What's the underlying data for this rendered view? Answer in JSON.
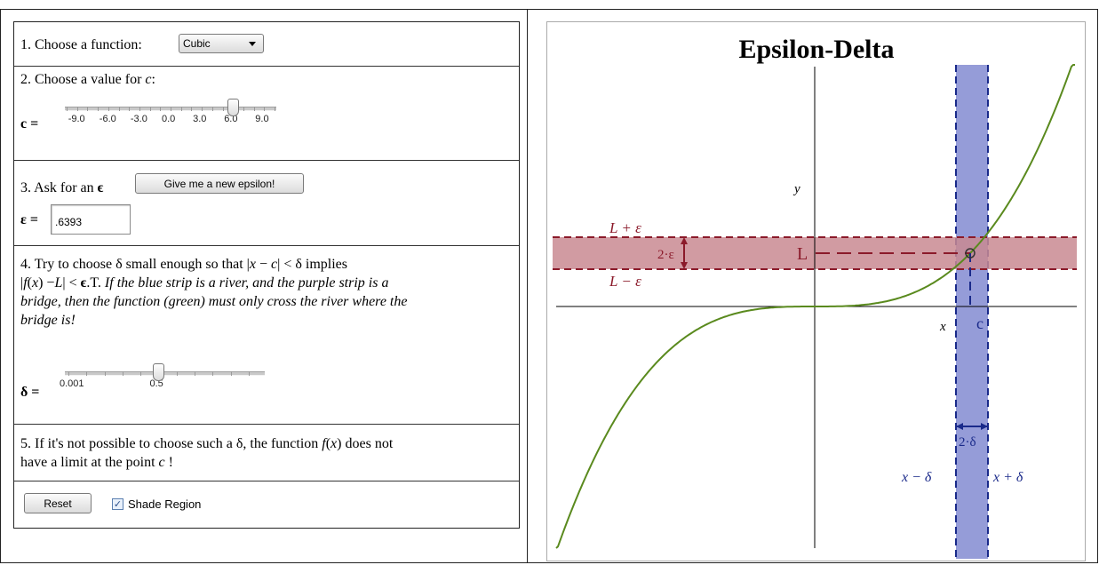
{
  "controls": {
    "step1": {
      "label": "1. Choose a function:",
      "function_selected": "Cubic"
    },
    "step2": {
      "label": "2. Choose a value for c:",
      "var_label": "c =",
      "tick_labels": [
        "-9.0",
        "-6.0",
        "-3.0",
        "0.0",
        "3.0",
        "6.0",
        "9.0"
      ],
      "value": 6.0,
      "min": -10,
      "max": 10
    },
    "step3": {
      "label": "3. Ask for an ε",
      "button_label": "Give me a new epsilon!",
      "epsilon_label": "ε =",
      "epsilon_value": ".6393"
    },
    "step4": {
      "line1": "4. Try to choose δ small enough so that |x − c| < δ implies",
      "line2": "|f(x) − L| < ε.T.",
      "italic1": " If the blue strip is a river, and the purple strip is a",
      "italic2": "bridge, then the function (green) must only cross the river where the",
      "italic3": "bridge is!",
      "delta_label": "δ =",
      "tick_labels": [
        "0.001",
        "0.5"
      ],
      "value": 0.5,
      "min": 0.001,
      "max": 1.0
    },
    "step5": {
      "line1": "5. If it's not possible to choose such a δ, the function f(x) does not",
      "line2": "have a limit at the point c !"
    },
    "footer": {
      "reset_label": "Reset",
      "shade_label": "Shade Region",
      "shade_checked": true
    }
  },
  "plot": {
    "title": "Epsilon-Delta",
    "labels": {
      "y_axis": "y",
      "x_axis": "x",
      "L": "L",
      "c": "c",
      "l_plus_eps": "L + ε",
      "l_minus_eps": "L − ε",
      "two_eps": "2·ε",
      "two_delta": "2·δ",
      "x_minus_delta": "x − δ",
      "x_plus_delta": "x + δ"
    },
    "colors": {
      "curve": "#5a8a1e",
      "river": "#8f97d6",
      "river_edge": "#1a2a8a",
      "bridge": "#c98a92",
      "bridge_edge": "#8b1a2a",
      "label_red": "#8b1a2a",
      "label_blue": "#1a2a8a"
    }
  }
}
